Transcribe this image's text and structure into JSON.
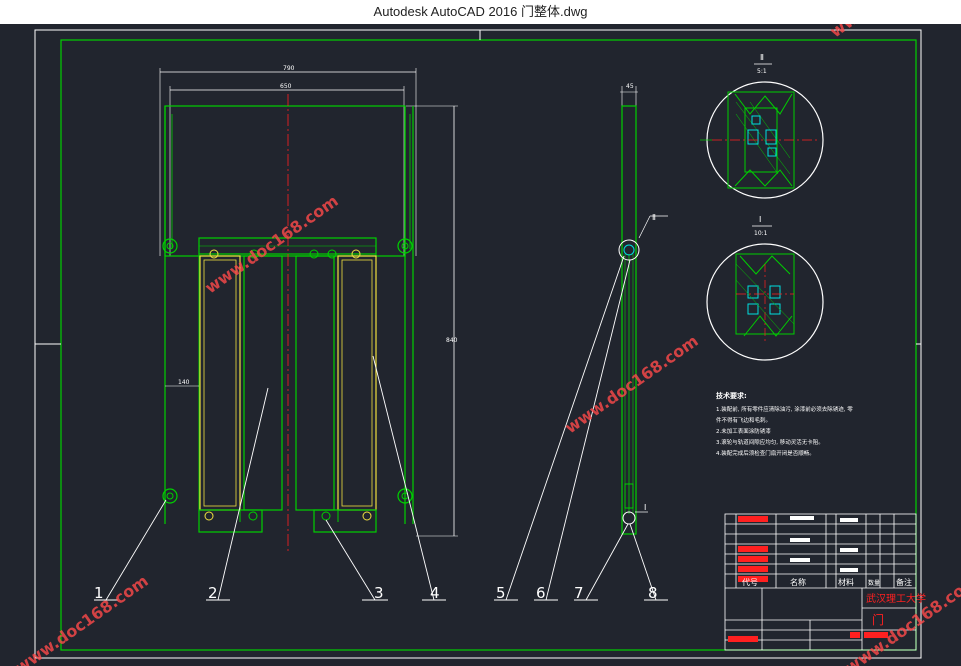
{
  "window": {
    "title": "Autodesk AutoCAD 2016    门整体.dwg"
  },
  "dimensions": {
    "overall_width": "790",
    "inner_width": "650",
    "height": "840",
    "side_gap": "140",
    "thickness": "45"
  },
  "callouts": [
    "1",
    "2",
    "3",
    "4",
    "5",
    "6",
    "7",
    "8"
  ],
  "detail_labels": {
    "detail_a_mark": "Ⅱ",
    "detail_a_scale": "5:1",
    "detail_b_mark": "Ⅰ",
    "detail_b_scale": "10:1",
    "side_tag_top": "Ⅱ",
    "side_tag_bottom": "Ⅰ"
  },
  "notes": {
    "heading": "技术要求:",
    "lines": [
      "1.装配前, 所有零件应清除油污, 涂漆前必须去除锈迹, 零",
      "件不得有飞边和毛刺。",
      "2.未加工表面涂防锈漆",
      "3.滚轮与轨道间隙应均匀, 移动灵活无卡阻。",
      "4.装配完成后须检查门扇开闭是否顺畅。"
    ]
  },
  "title_block": {
    "headers": [
      "代号",
      "名称",
      "材料",
      "数量",
      "备注"
    ],
    "school": "武汉理工大学",
    "part_name": "门"
  },
  "watermark": "www.doc168.com",
  "colors": {
    "background": "#21252e",
    "frame": "#00d000",
    "yellow": "#f0e040",
    "red": "#ff2020",
    "cyan": "#00e0e0",
    "white": "#ffffff"
  }
}
